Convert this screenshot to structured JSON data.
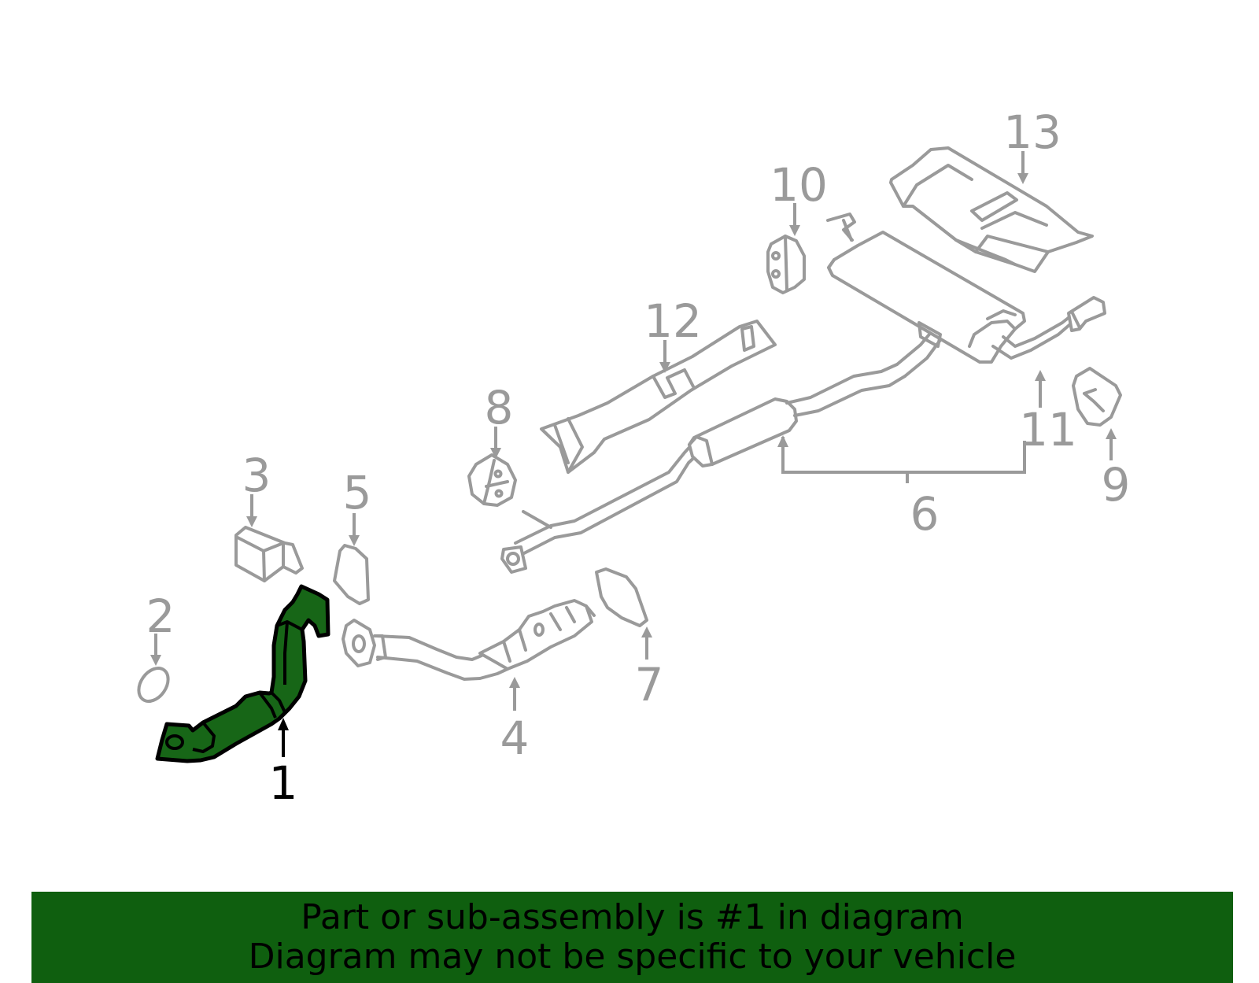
{
  "callouts": {
    "c1": "1",
    "c2": "2",
    "c3": "3",
    "c4": "4",
    "c5": "5",
    "c6": "6",
    "c7": "7",
    "c8": "8",
    "c9": "9",
    "c10": "10",
    "c11": "11",
    "c12": "12",
    "c13": "13"
  },
  "highlighted_part": "1",
  "colors": {
    "highlight_fill": "#176617",
    "banner_bg": "#0f5f0f",
    "part_stroke": "#9a9a9a"
  },
  "banner": {
    "line1": "Part or sub-assembly is #1 in diagram",
    "line2": "Diagram may not be specific to your vehicle"
  }
}
